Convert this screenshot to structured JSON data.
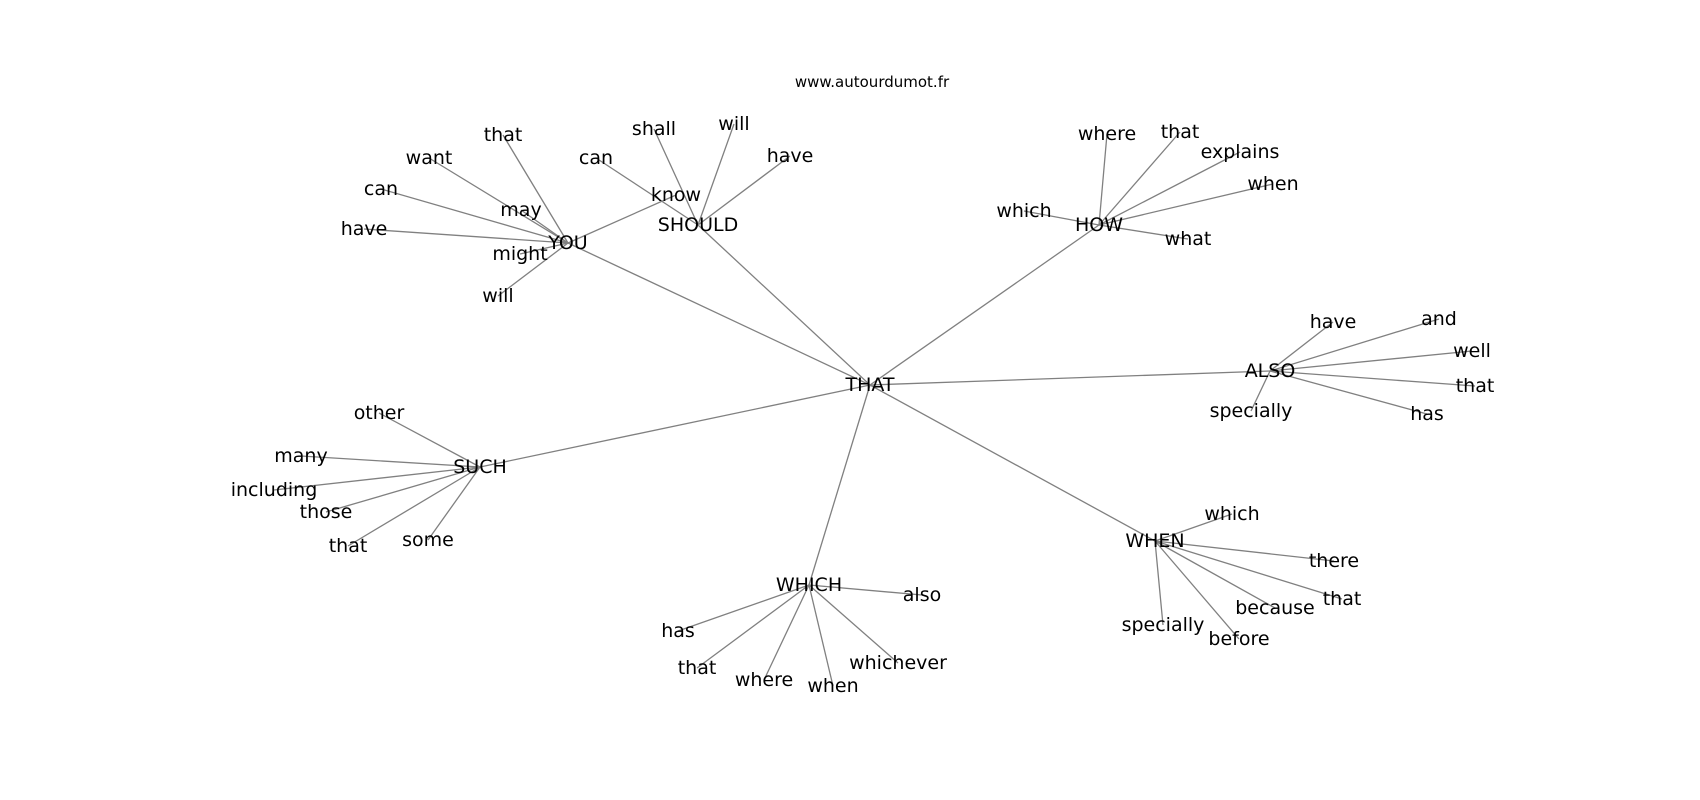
{
  "source": "www.autourdumot.fr",
  "root": "THAT",
  "hubs": [
    {
      "id": "you",
      "label": "YOU",
      "leaves": [
        {
          "id": "you-that",
          "label": "that"
        },
        {
          "id": "you-want",
          "label": "want"
        },
        {
          "id": "you-can",
          "label": "can"
        },
        {
          "id": "you-have",
          "label": "have"
        },
        {
          "id": "you-may",
          "label": "may"
        },
        {
          "id": "you-might",
          "label": "might"
        },
        {
          "id": "you-will",
          "label": "will"
        },
        {
          "id": "you-know",
          "label": "know"
        }
      ]
    },
    {
      "id": "should",
      "label": "SHOULD",
      "leaves": [
        {
          "id": "should-can",
          "label": "can"
        },
        {
          "id": "should-shall",
          "label": "shall"
        },
        {
          "id": "should-will",
          "label": "will"
        },
        {
          "id": "should-have",
          "label": "have"
        }
      ]
    },
    {
      "id": "how",
      "label": "HOW",
      "leaves": [
        {
          "id": "how-where",
          "label": "where"
        },
        {
          "id": "how-that",
          "label": "that"
        },
        {
          "id": "how-explains",
          "label": "explains"
        },
        {
          "id": "how-when",
          "label": "when"
        },
        {
          "id": "how-which",
          "label": "which"
        },
        {
          "id": "how-what",
          "label": "what"
        }
      ]
    },
    {
      "id": "also",
      "label": "ALSO",
      "leaves": [
        {
          "id": "also-have",
          "label": "have"
        },
        {
          "id": "also-and",
          "label": "and"
        },
        {
          "id": "also-well",
          "label": "well"
        },
        {
          "id": "also-that",
          "label": "that"
        },
        {
          "id": "also-has",
          "label": "has"
        },
        {
          "id": "also-specially",
          "label": "specially"
        }
      ]
    },
    {
      "id": "such",
      "label": "SUCH",
      "leaves": [
        {
          "id": "such-other",
          "label": "other"
        },
        {
          "id": "such-many",
          "label": "many"
        },
        {
          "id": "such-including",
          "label": "including"
        },
        {
          "id": "such-those",
          "label": "those"
        },
        {
          "id": "such-that",
          "label": "that"
        },
        {
          "id": "such-some",
          "label": "some"
        }
      ]
    },
    {
      "id": "which",
      "label": "WHICH",
      "leaves": [
        {
          "id": "which-also",
          "label": "also"
        },
        {
          "id": "which-has",
          "label": "has"
        },
        {
          "id": "which-that",
          "label": "that"
        },
        {
          "id": "which-where",
          "label": "where"
        },
        {
          "id": "which-when",
          "label": "when"
        },
        {
          "id": "which-whichever",
          "label": "whichever"
        }
      ]
    },
    {
      "id": "when",
      "label": "WHEN",
      "leaves": [
        {
          "id": "when-which",
          "label": "which"
        },
        {
          "id": "when-there",
          "label": "there"
        },
        {
          "id": "when-that",
          "label": "that"
        },
        {
          "id": "when-because",
          "label": "because"
        },
        {
          "id": "when-before",
          "label": "before"
        },
        {
          "id": "when-specially",
          "label": "specially"
        }
      ]
    }
  ]
}
